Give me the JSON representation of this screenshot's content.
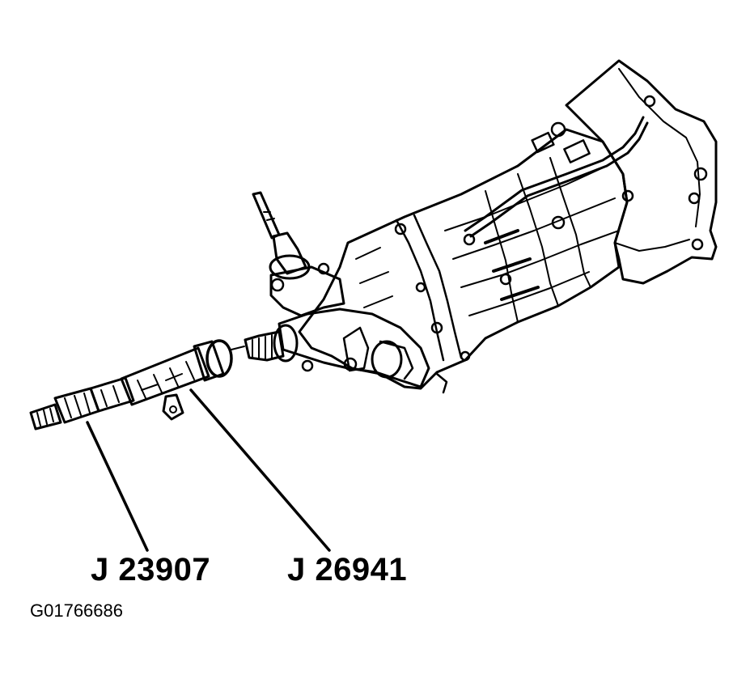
{
  "diagram": {
    "callouts": [
      {
        "id": "j23907",
        "text": "J 23907"
      },
      {
        "id": "j26941",
        "text": "J 26941"
      }
    ],
    "figure_id": "G01766686"
  },
  "colors": {
    "ink": "#000000",
    "paper": "#ffffff"
  }
}
